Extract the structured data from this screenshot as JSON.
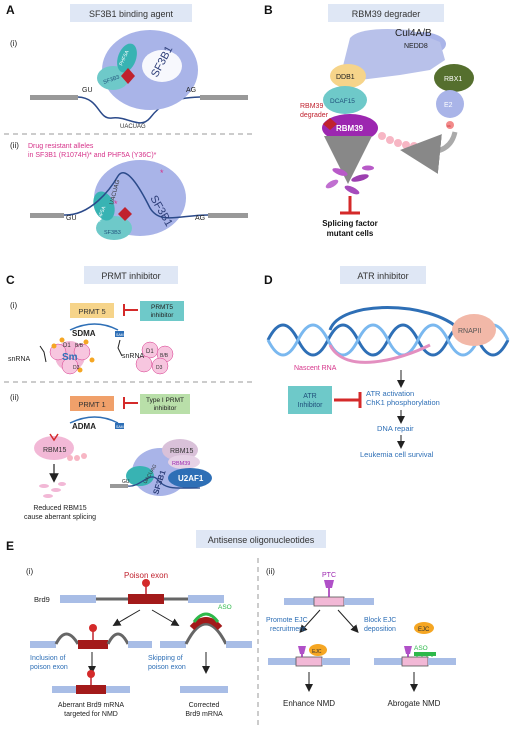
{
  "panelA": {
    "letter": "A",
    "title": "SF3B1 binding agent",
    "sub1": "(i)",
    "sub2": "(ii)",
    "sf3b1": "SF3B1",
    "phf5a": "PHF5A",
    "sf3b3": "SF3B3",
    "gu": "GU",
    "ag": "AG",
    "uacuag": "UACUAG",
    "resist1": "Drug resistant alleles",
    "resist2": "in SF3B1 (R1074H)* and PHF5A (Y36C)*"
  },
  "panelB": {
    "letter": "B",
    "title": "RBM39 degrader",
    "cul": "Cul4A/B",
    "nedd8": "NEDD8",
    "ddb1": "DDB1",
    "rbx1": "RBX1",
    "dcaf15": "DCAF15",
    "e2": "E2",
    "rbm39": "RBM39",
    "degrader1": "RBM39",
    "degrader2": "degrader",
    "ub": "Ub",
    "out1": "Splicing factor",
    "out2": "mutant cells"
  },
  "panelC": {
    "letter": "C",
    "title": "PRMT inhibitor",
    "sub1": "(i)",
    "sub2": "(ii)",
    "prmt5": "PRMT 5",
    "prmt5inh1": "PRMT5",
    "prmt5inh2": "inhibitor",
    "sdma": "SDMA",
    "sam": "SAM",
    "snrna": "snRNA",
    "sm": "Sm",
    "d1": "D1",
    "bb": "B/B",
    "d3": "D3",
    "prmt1": "PRMT 1",
    "typeinh1": "Type I PRMT",
    "typeinh2": "inhibitor",
    "adma": "ADMA",
    "rbm15": "RBM15",
    "rbm39": "RBM39",
    "sf3b1": "SF3B1",
    "u2af1": "U2AF1",
    "uacuag": "UACUAG",
    "gu": "GU",
    "reduced1": "Reduced RBM15",
    "reduced2": "cause aberrant splicing"
  },
  "panelD": {
    "letter": "D",
    "title": "ATR inhibitor",
    "rnapii": "RNAPII",
    "nascent": "Nascent RNA",
    "atr1": "ATR",
    "atr2": "Inhibitor",
    "step1a": "ATR activation",
    "step1b": "ChK1 phosphorylation",
    "step2": "DNA repair",
    "step3": "Leukemia cell survival"
  },
  "panelE": {
    "letter": "E",
    "title": "Antisense oligonucleotides",
    "sub1": "(i)",
    "sub2": "(ii)",
    "poison": "Poison exon",
    "brd9": "Brd9",
    "aso": "ASO",
    "incl1": "Inclusion of",
    "incl2": "poison exon",
    "skip1": "Skipping of",
    "skip2": "poison exon",
    "aber1": "Aberrant Brd9 mRNA",
    "aber2": "targeted for NMD",
    "corr1": "Corrected",
    "corr2": "Brd9 mRNA",
    "ptc": "PTC",
    "promote1": "Promote EJC",
    "promote2": "recruitment",
    "block1": "Block EJC",
    "block2": "deposition",
    "ejc": "EJC",
    "enhance": "Enhance NMD",
    "abrogate": "Abrogate NMD"
  },
  "colors": {
    "titleBox": "#dfe7f5",
    "sf3b1": "#a9b4e8",
    "teal": "#38b3b3",
    "red": "#d42a2a",
    "magenta": "#d6338a",
    "blue": "#2e6fb6",
    "exon": "#a8bde6",
    "poison": "#a31a1a"
  }
}
